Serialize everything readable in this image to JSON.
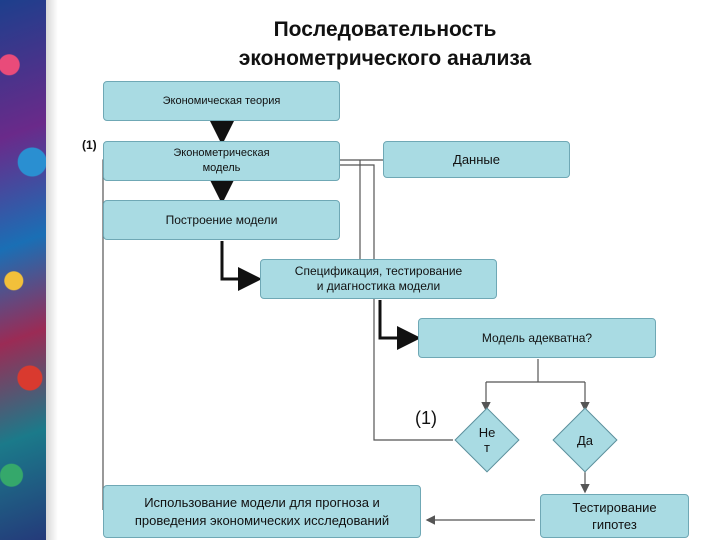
{
  "title": {
    "line1": "Последовательность",
    "line2": "эконометрического анализа"
  },
  "nodes": {
    "economic_theory": "Экономическая теория",
    "econometric_model_l1": "Эконометрическая",
    "econometric_model_l2": "модель",
    "data": "Данные",
    "model_building": "Построение модели",
    "specification_l1": "Спецификация, тестирование",
    "specification_l2": "и диагностика модели",
    "model_adequate": "Модель адекватна?",
    "no_l1": "Не",
    "no_l2": "т",
    "yes": "Да",
    "usage_l1": "Использование модели для прогноза и",
    "usage_l2": "проведения экономических исследований",
    "hypothesis_l1": "Тестирование",
    "hypothesis_l2": "гипотез"
  },
  "markers": {
    "loop_left": "(1)",
    "loop_no": "(1)"
  }
}
